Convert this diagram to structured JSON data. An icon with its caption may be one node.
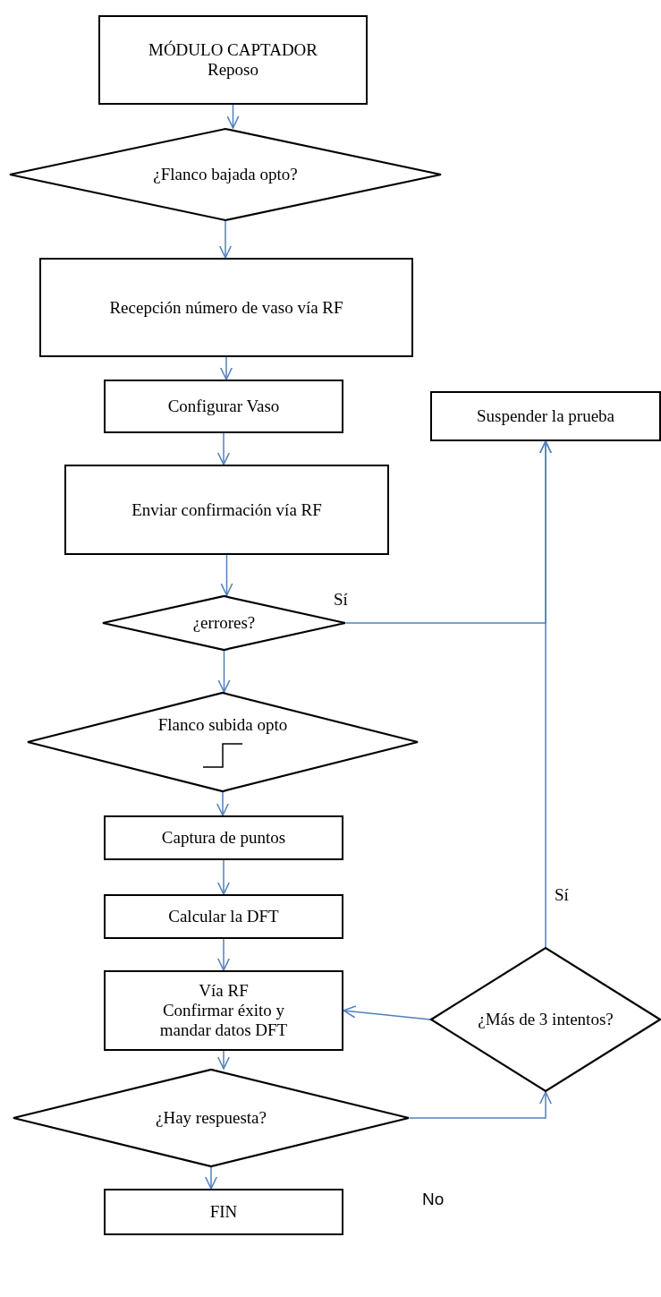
{
  "diagram": {
    "nodes": [
      {
        "text": [
          "MÓDULO CAPTADOR",
          "Reposo"
        ]
      },
      {
        "text": [
          "¿Flanco bajada opto?"
        ]
      },
      {
        "text": [
          "Recepción número de vaso vía RF"
        ]
      },
      {
        "text": [
          "Configurar Vaso"
        ]
      },
      {
        "text": [
          "Suspender la prueba"
        ]
      },
      {
        "text": [
          "Enviar confirmación vía RF"
        ]
      },
      {
        "text": [
          "¿errores?"
        ]
      },
      {
        "text": [
          "Flanco subida opto"
        ]
      },
      {
        "text": [
          "Captura de puntos"
        ]
      },
      {
        "text": [
          "Calcular la DFT"
        ]
      },
      {
        "text": [
          "Vía RF",
          "Confirmar éxito y mandar datos DFT"
        ]
      },
      {
        "text": [
          "¿Más de 3 intentos?"
        ]
      },
      {
        "text": [
          "¿Hay respuesta?"
        ]
      },
      {
        "text": [
          "FIN"
        ]
      }
    ],
    "edges": [
      {
        "from": 0,
        "to": 1,
        "arrow": "to"
      },
      {
        "from": 1,
        "to": 2,
        "arrow": "to"
      },
      {
        "from": 2,
        "to": 3,
        "arrow": "to"
      },
      {
        "from": 3,
        "to": 5,
        "arrow": "to"
      },
      {
        "from": 5,
        "to": 6,
        "arrow": "to"
      },
      {
        "from": 6,
        "to": 4,
        "arrow": "to",
        "label": "Sí"
      },
      {
        "from": 6,
        "to": 7,
        "arrow": "to"
      },
      {
        "from": 7,
        "to": 8,
        "arrow": "to"
      },
      {
        "from": 8,
        "to": 9,
        "arrow": "to"
      },
      {
        "from": 9,
        "to": 10,
        "arrow": "to"
      },
      {
        "from": 11,
        "to": 4,
        "arrow": "to",
        "label": "Sí"
      },
      {
        "from": 11,
        "to": 10,
        "arrow": "to"
      },
      {
        "from": 10,
        "to": 12,
        "arrow": "to"
      },
      {
        "from": 12,
        "to": 13,
        "arrow": "to"
      },
      {
        "from": 12,
        "to": 11,
        "arrow": "to",
        "label": "No"
      }
    ]
  }
}
